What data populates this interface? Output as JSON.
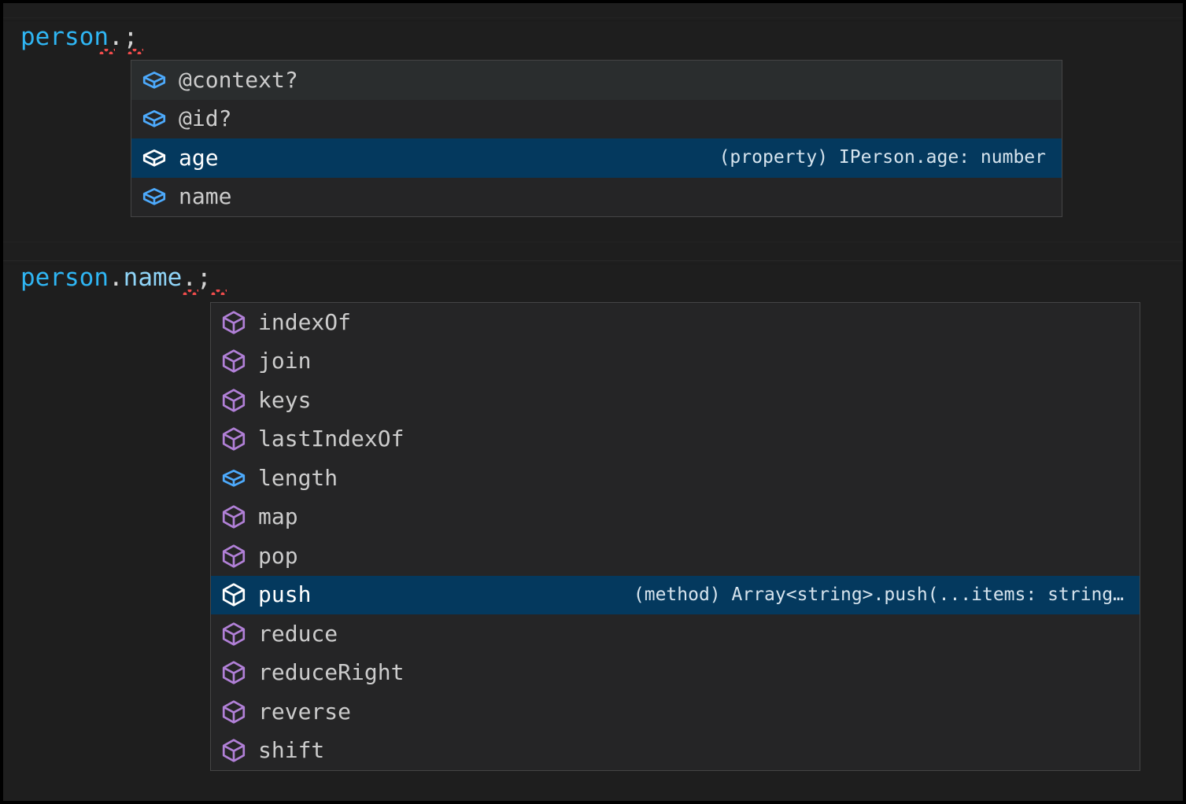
{
  "editor": {
    "theme_background": "#1e1e1e",
    "selection_color": "#04395e",
    "focus_row_color": "#2a2d2e",
    "widget_background": "#252526",
    "widget_border": "#454545",
    "error_squiggle_color": "#f14c4c",
    "property_icon_color": "#4daafc",
    "method_icon_color": "#b180d7",
    "selected_icon_color": "#ffffff"
  },
  "code_lines": [
    {
      "id": "line-1",
      "text": "person.;",
      "tokens": [
        {
          "text": "person",
          "kind": "identifier"
        },
        {
          "text": ".",
          "kind": "punctuation"
        },
        {
          "text": ";",
          "kind": "punctuation"
        }
      ]
    },
    {
      "id": "line-2",
      "text": "person.name.;",
      "tokens": [
        {
          "text": "person",
          "kind": "identifier"
        },
        {
          "text": ".",
          "kind": "punctuation"
        },
        {
          "text": "name",
          "kind": "property"
        },
        {
          "text": ".",
          "kind": "punctuation"
        },
        {
          "text": ";",
          "kind": "punctuation"
        }
      ]
    }
  ],
  "suggest_widgets": [
    {
      "id": "suggest-person",
      "for_line": "person.;",
      "selected_index": 2,
      "focused_index": 0,
      "items": [
        {
          "label": "@context?",
          "icon": "property-cube-icon",
          "kind": "property",
          "detail": ""
        },
        {
          "label": "@id?",
          "icon": "property-cube-icon",
          "kind": "property",
          "detail": ""
        },
        {
          "label": "age",
          "icon": "property-cube-icon",
          "kind": "property",
          "detail": "(property) IPerson.age: number"
        },
        {
          "label": "name",
          "icon": "property-cube-icon",
          "kind": "property",
          "detail": ""
        }
      ]
    },
    {
      "id": "suggest-person-name",
      "for_line": "person.name.;",
      "selected_index": 7,
      "focused_index": -1,
      "items": [
        {
          "label": "indexOf",
          "icon": "method-cube-icon",
          "kind": "method",
          "detail": ""
        },
        {
          "label": "join",
          "icon": "method-cube-icon",
          "kind": "method",
          "detail": ""
        },
        {
          "label": "keys",
          "icon": "method-cube-icon",
          "kind": "method",
          "detail": ""
        },
        {
          "label": "lastIndexOf",
          "icon": "method-cube-icon",
          "kind": "method",
          "detail": ""
        },
        {
          "label": "length",
          "icon": "property-cube-icon",
          "kind": "property",
          "detail": ""
        },
        {
          "label": "map",
          "icon": "method-cube-icon",
          "kind": "method",
          "detail": ""
        },
        {
          "label": "pop",
          "icon": "method-cube-icon",
          "kind": "method",
          "detail": ""
        },
        {
          "label": "push",
          "icon": "method-cube-icon",
          "kind": "method",
          "detail": "(method) Array<string>.push(...items: string…"
        },
        {
          "label": "reduce",
          "icon": "method-cube-icon",
          "kind": "method",
          "detail": ""
        },
        {
          "label": "reduceRight",
          "icon": "method-cube-icon",
          "kind": "method",
          "detail": ""
        },
        {
          "label": "reverse",
          "icon": "method-cube-icon",
          "kind": "method",
          "detail": ""
        },
        {
          "label": "shift",
          "icon": "method-cube-icon",
          "kind": "method",
          "detail": ""
        }
      ]
    }
  ]
}
